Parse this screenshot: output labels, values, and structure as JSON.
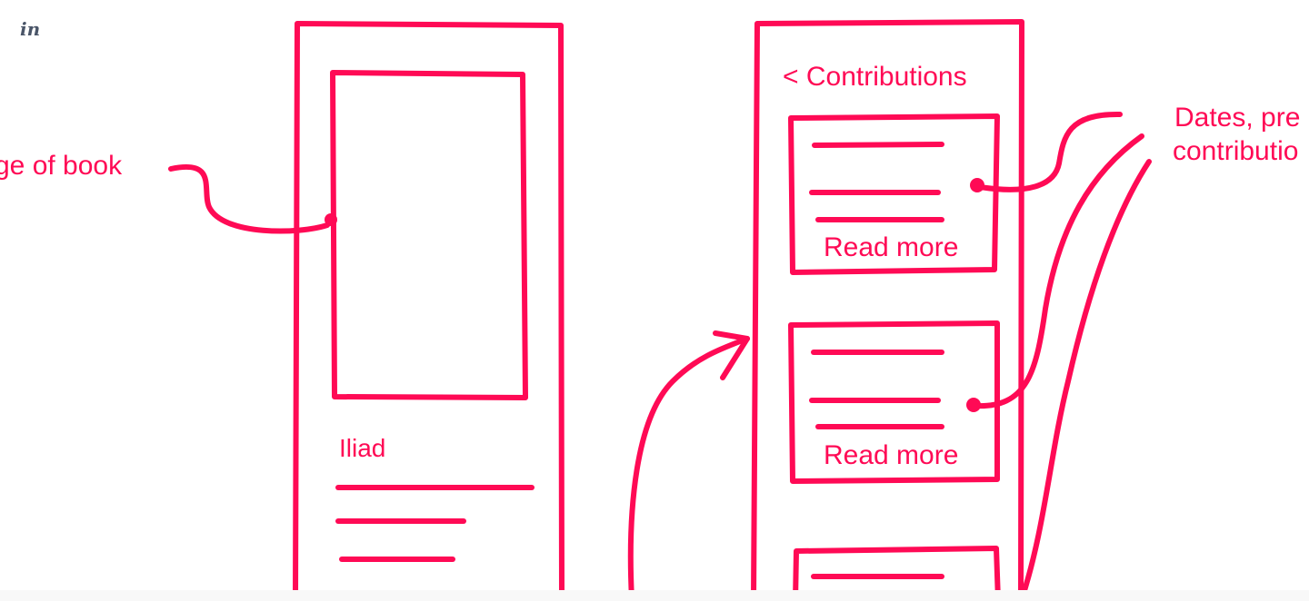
{
  "logo": {
    "text": "in"
  },
  "phone_left": {
    "title": "Iliad"
  },
  "phone_right": {
    "header": "< Contributions",
    "cards": [
      {
        "action": "Read more"
      },
      {
        "action": "Read more"
      }
    ]
  },
  "annotations": {
    "image": "ge of book",
    "details_line1": "Dates, pre",
    "details_line2": "contributio"
  },
  "colors": {
    "ink": "#ff0a55",
    "logo": "#4a5568",
    "background": "#ffffff"
  }
}
